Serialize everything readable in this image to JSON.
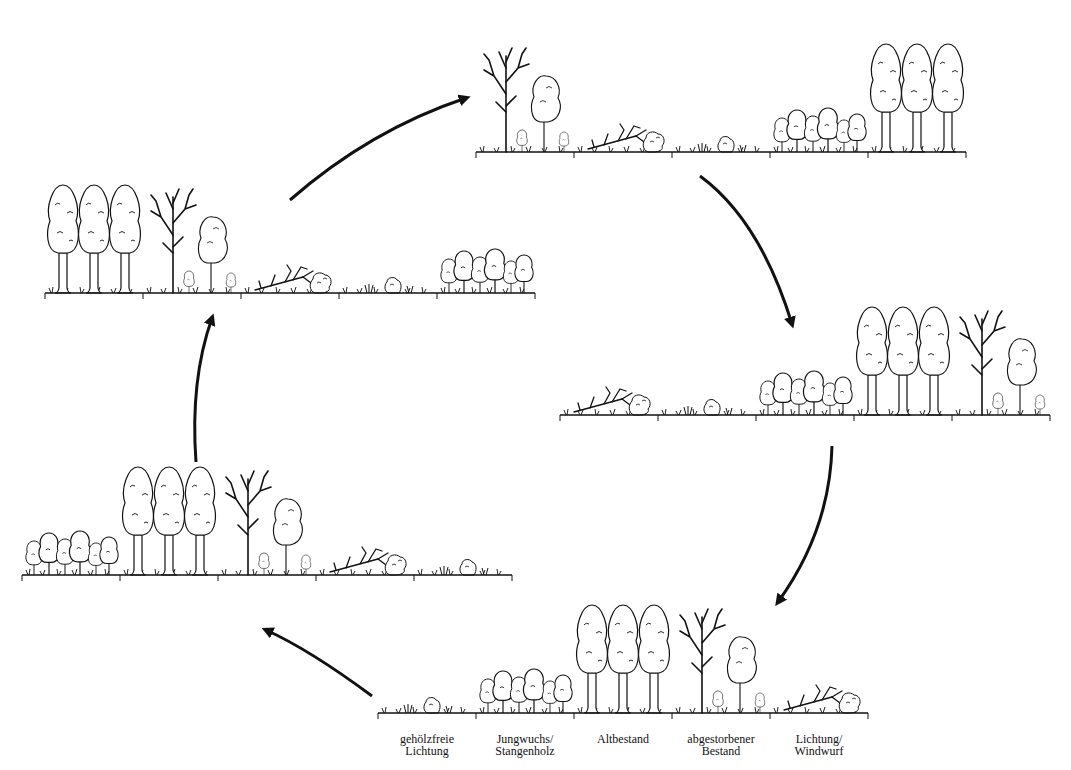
{
  "diagram": {
    "labels": [
      "gehölzfreie Lichtung",
      "Jungwuchs/ Stangenholz",
      "Altbestand",
      "abgestorbener Bestand",
      "Lichtung/ Windwurf"
    ]
  }
}
